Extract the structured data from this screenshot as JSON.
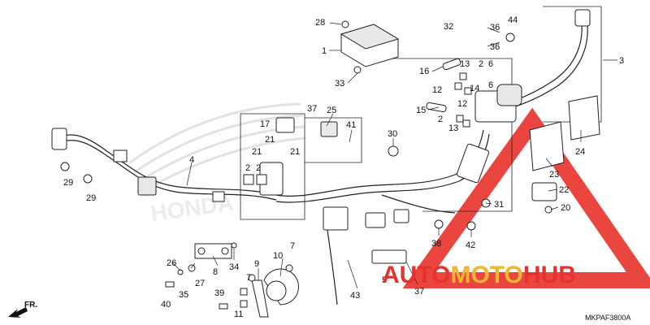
{
  "diagram": {
    "code": "MKPAF3800A",
    "forward_label": "FR.",
    "watermark": {
      "word1": "AUTO",
      "word2": "MOTO",
      "word3": "HUB",
      "color_red": "#e8312a",
      "color_gold": "#f2b531"
    },
    "background_brand": "HONDA",
    "callouts": [
      {
        "label": "1"
      },
      {
        "label": "2"
      },
      {
        "label": "2"
      },
      {
        "label": "2"
      },
      {
        "label": "2"
      },
      {
        "label": "3"
      },
      {
        "label": "4"
      },
      {
        "label": "5"
      },
      {
        "label": "6"
      },
      {
        "label": "6"
      },
      {
        "label": "7"
      },
      {
        "label": "7"
      },
      {
        "label": "8"
      },
      {
        "label": "9"
      },
      {
        "label": "10"
      },
      {
        "label": "11"
      },
      {
        "label": "12"
      },
      {
        "label": "12"
      },
      {
        "label": "13"
      },
      {
        "label": "13"
      },
      {
        "label": "14"
      },
      {
        "label": "15"
      },
      {
        "label": "16"
      },
      {
        "label": "17"
      },
      {
        "label": "20"
      },
      {
        "label": "21"
      },
      {
        "label": "21"
      },
      {
        "label": "21"
      },
      {
        "label": "22"
      },
      {
        "label": "23"
      },
      {
        "label": "24"
      },
      {
        "label": "25"
      },
      {
        "label": "26"
      },
      {
        "label": "27"
      },
      {
        "label": "28"
      },
      {
        "label": "29"
      },
      {
        "label": "29"
      },
      {
        "label": "30"
      },
      {
        "label": "31"
      },
      {
        "label": "32"
      },
      {
        "label": "33"
      },
      {
        "label": "34"
      },
      {
        "label": "35"
      },
      {
        "label": "36"
      },
      {
        "label": "36"
      },
      {
        "label": "37"
      },
      {
        "label": "37"
      },
      {
        "label": "38"
      },
      {
        "label": "39"
      },
      {
        "label": "40"
      },
      {
        "label": "41"
      },
      {
        "label": "42"
      },
      {
        "label": "43"
      },
      {
        "label": "44"
      }
    ]
  }
}
